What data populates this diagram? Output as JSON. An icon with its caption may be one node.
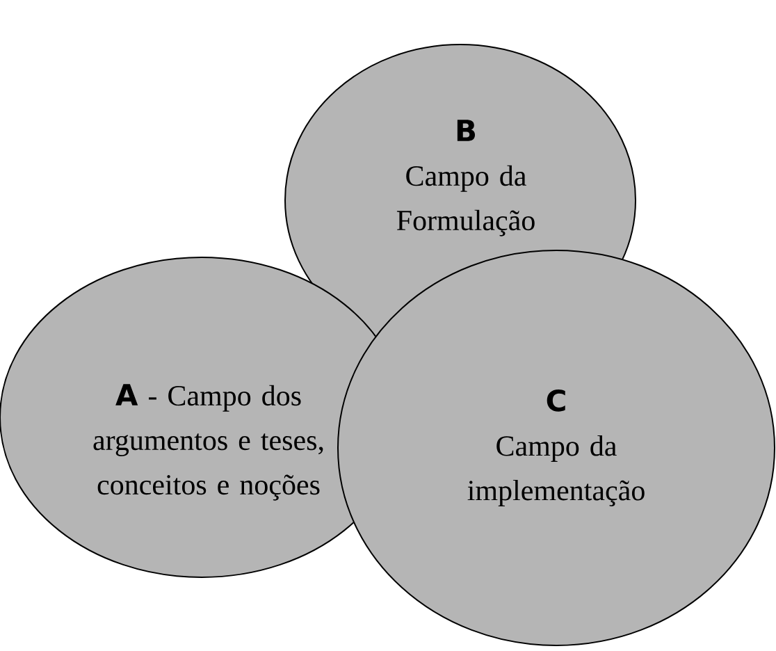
{
  "diagram": {
    "nodes": [
      {
        "text": [
          "B",
          "Campo da Formulação"
        ]
      },
      {
        "text": [
          "A",
          "- Campo dos argumentos e teses, conceitos e noções"
        ]
      },
      {
        "text": [
          "C",
          "Campo da implementação"
        ]
      }
    ]
  }
}
